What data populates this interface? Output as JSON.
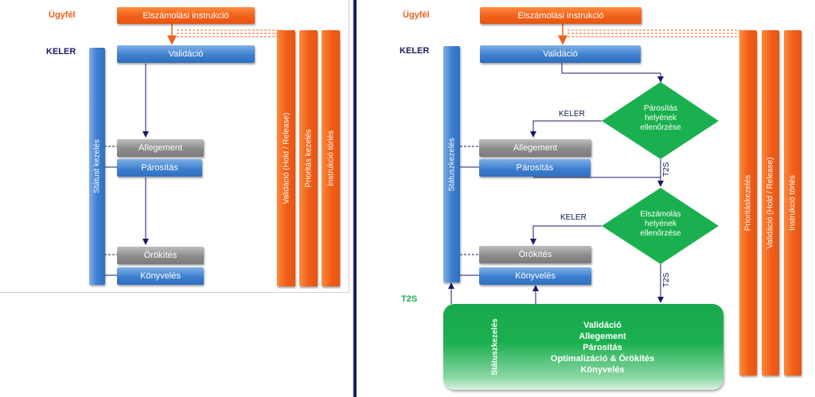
{
  "left": {
    "roles": {
      "client": "Ügyfél",
      "keler": "KELER"
    },
    "instruction_box": "Elszámolási instrukció",
    "validation_box": "Validáció",
    "allegement_box": "Allegement",
    "matching_box": "Párosítás",
    "archiving_box": "Örökítés",
    "booking_box": "Könyvelés",
    "status_bar": "Státust kezelés",
    "side_bars": [
      "Validáció (Hold / Release)",
      "Prioritás kezelés",
      "Instrukció törlés"
    ]
  },
  "right": {
    "roles": {
      "client": "Ügyfél",
      "keler": "KELER",
      "t2s": "T2S"
    },
    "instruction_box": "Elszámolási instrukció",
    "validation_box": "Validáció",
    "allegement_box": "Allegement",
    "matching_box": "Párosítás",
    "archiving_box": "Örökítés",
    "booking_box": "Könyvelés",
    "status_bar": "Státuszkezelés",
    "diamond1": "Párosítás helyének ellenőrzése",
    "diamond2": "Elszámolás helyének ellenőrzése",
    "edge_keler_1": "KELER",
    "edge_keler_2": "KELER",
    "edge_t2s_1": "T2S",
    "edge_t2s_2": "T2S",
    "side_bars": [
      "Prioritáskezelés",
      "Validáció (Hold / Release)",
      "Instrukció törlés"
    ],
    "t2s_box": {
      "side_label": "Státuszkezelés",
      "lines": [
        "Validáció",
        "Allegement",
        "Párosítás",
        "Optimalizáció & Örökítés",
        "Könyvelés"
      ]
    }
  },
  "colors": {
    "orange": "#f0601a",
    "blue": "#3e7fcf",
    "gray": "#8c8c8c",
    "green": "#1bb04f",
    "divider": "#1a1a7a",
    "role_client": "#f0601a",
    "role_keler": "#1a1a6a",
    "role_t2s": "#1bb04f"
  }
}
